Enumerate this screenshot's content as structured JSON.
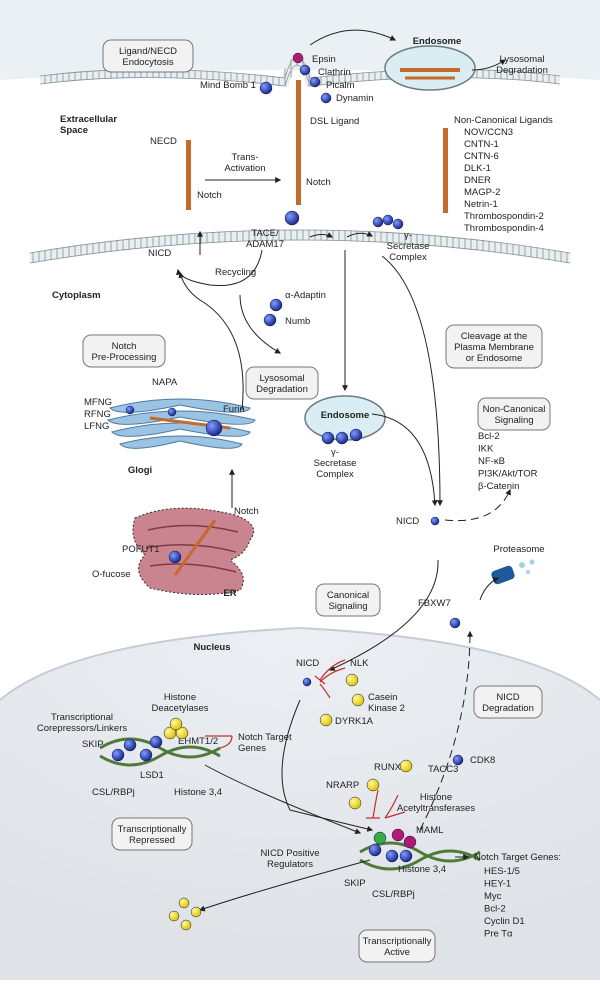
{
  "top": {
    "ligand_box": [
      "Ligand/NECD",
      "Endocytosis"
    ],
    "mind_bomb": "Mind Bomb 1",
    "epsin": "Epsin",
    "clathrin": "Clathrin",
    "picalm": "Picalm",
    "dynamin": "Dynamin",
    "endosome": "Endosome",
    "lyso_deg": [
      "Lysosomal",
      "Degradation"
    ],
    "extracellular": [
      "Extracellular",
      "Space"
    ],
    "dsl": "DSL Ligand"
  },
  "membrane": {
    "necd": "NECD",
    "notch1": "Notch",
    "trans": [
      "Trans-",
      "Activation"
    ],
    "notch2": "Notch",
    "tace": [
      "TACE/",
      "ADAM17"
    ],
    "nicd": "NICD",
    "gamma": [
      "γ-",
      "Secretase",
      "Complex"
    ],
    "noncanon_title": "Non-Canonical Ligands",
    "noncanon_list": [
      "NOV/CCN3",
      "CNTN-1",
      "CNTN-6",
      "DLK-1",
      "DNER",
      "MAGP-2",
      "Netrin-1",
      "Thrombospondin-2",
      "Thrombospondin-4"
    ]
  },
  "cytoplasm": {
    "title": "Cytoplasm",
    "recycling": "Recycling",
    "alpha": "α-Adaptin",
    "numb": "Numb",
    "preproc": [
      "Notch",
      "Pre-Processing"
    ],
    "lyso2": [
      "Lysosomal",
      "Degradation"
    ],
    "cleavage": [
      "Cleavage at the",
      "Plasma Membrane",
      "or Endosome"
    ],
    "napa": "NAPA",
    "mfng": "MFNG",
    "rfng": "RFNG",
    "lfng": "LFNG",
    "furin": "Furin",
    "golgi": "Glogi",
    "endosome2": "Endosome",
    "gamma2": [
      "γ-",
      "Secretase",
      "Complex"
    ],
    "noncanon_sig": [
      "Non-Canonical",
      "Signaling"
    ],
    "noncanon_targets": [
      "Bcl-2",
      "IKK",
      "NF-κB",
      "PI3K/Akt/TOR",
      "β-Catenin"
    ],
    "notch_er": "Notch",
    "pofut": "POFUT1",
    "ofucose": "O-fucose",
    "er": "ER",
    "nicd2": "NICD",
    "canonical": [
      "Canonical",
      "Signaling"
    ],
    "proteasome": "Proteasome",
    "fbxw7": "FBXW7"
  },
  "nucleus": {
    "title": "Nucleus",
    "nicd": "NICD",
    "nlk": "NLK",
    "ck2": [
      "Casein",
      "Kinase 2"
    ],
    "dyrk": "DYRK1A",
    "nicd_deg": [
      "NICD",
      "Degradation"
    ],
    "hdac": [
      "Histone",
      "Deacetylases"
    ],
    "corep": [
      "Transcriptional",
      "Corepressors/Linkers"
    ],
    "ehmt": "EHMT1/2",
    "skip": "SKIP",
    "ntg": [
      "Notch Target",
      "Genes"
    ],
    "lsd1": "LSD1",
    "csl": "CSL/RBPj",
    "h34": "Histone 3,4",
    "repressed": [
      "Transcriptionally",
      "Repressed"
    ],
    "cdk8": "CDK8",
    "runx": "RUNX",
    "tacc3": "TACC3",
    "nrarp": "NRARP",
    "hat": [
      "Histone",
      "Acetyltransferases"
    ],
    "maml": "MAML",
    "npr": [
      "NICD Positive",
      "Regulators"
    ],
    "skip2": "SKIP",
    "h34b": "Histone 3,4",
    "csl2": "CSL/RBPj",
    "active": [
      "Transcriptionally",
      "Active"
    ],
    "targets_title": "Notch Target Genes:",
    "targets": [
      "HES-1/5",
      "HEY-1",
      "Myc",
      "Bcl-2",
      "Cyclin D1",
      "Pre Tα"
    ]
  }
}
